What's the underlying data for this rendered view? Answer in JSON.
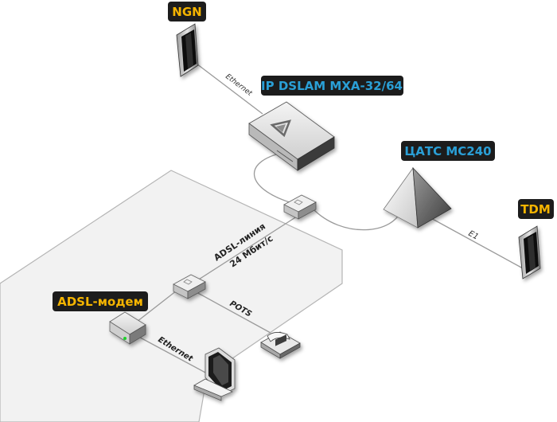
{
  "labels": {
    "ngn": "NGN",
    "dslam": "IP DSLAM MXA-32/64",
    "atc": "ЦАТС МС240",
    "tdm": "TDM",
    "modem": "ADSL-модем"
  },
  "lines": {
    "ethernet_top": "Ethernet",
    "e1": "E1",
    "adsl_line_1": "ADSL-линия",
    "adsl_line_2": "24 Мбит/с",
    "pots": "POTS",
    "ethernet_bottom": "Ethernet"
  },
  "colors": {
    "tag_bg": "#1c1c1c",
    "tag_yellow": "#f4b400",
    "tag_blue": "#2a9fd6",
    "zone_fill": "#f2f2f2",
    "cable": "#9a9a9a"
  },
  "icons": {
    "ngn": "server-rack-icon",
    "tdm": "server-rack-icon",
    "dslam": "dslam-device-icon",
    "atc": "pyramid-switch-icon",
    "splitter_top": "splitter-icon",
    "splitter_bottom": "splitter-icon",
    "modem": "modem-icon",
    "phone": "telephone-icon",
    "pc": "computer-icon"
  }
}
